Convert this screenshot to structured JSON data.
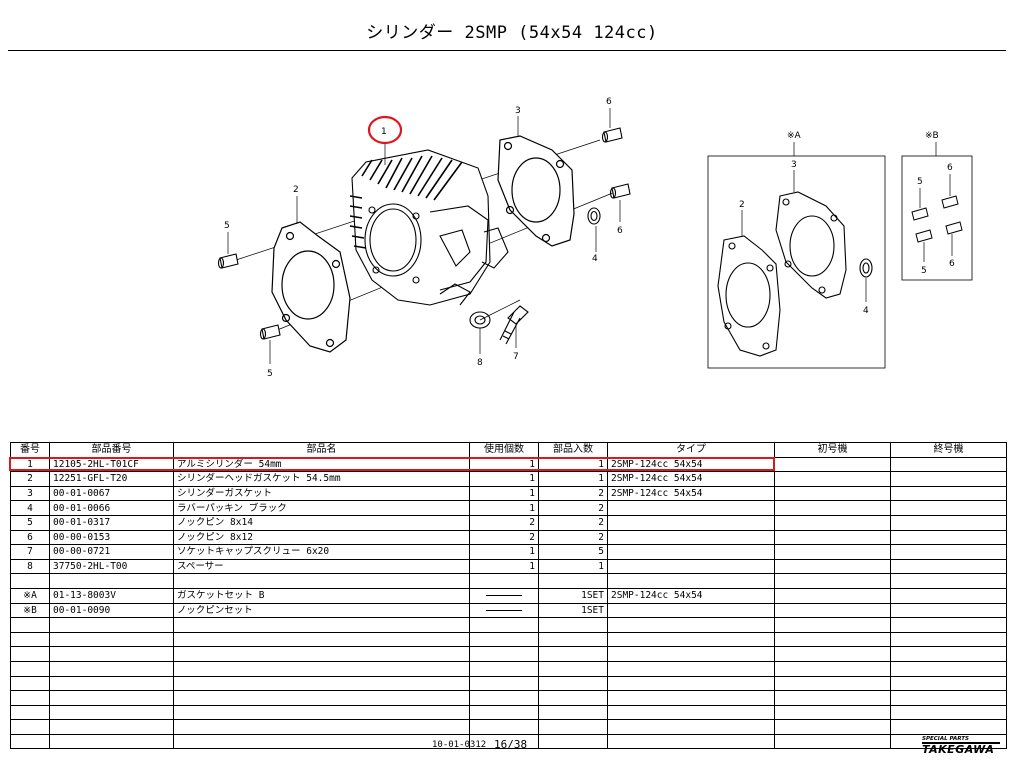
{
  "page": {
    "title": "シリンダー 2SMP (54x54 124cc)",
    "doc_code": "10-01-0312",
    "page_number": "16/38",
    "logo": {
      "tagline": "SPECIAL PARTS",
      "brand": "TAKEGAWA"
    }
  },
  "diagram": {
    "callouts": [
      "1",
      "2",
      "3",
      "4",
      "5",
      "5",
      "6",
      "6",
      "7",
      "8"
    ],
    "set_a": {
      "label": "※A",
      "callouts": [
        "2",
        "3",
        "4"
      ]
    },
    "set_b": {
      "label": "※B",
      "callouts": [
        "5",
        "5",
        "6",
        "6"
      ]
    }
  },
  "table": {
    "headers": [
      "番号",
      "部品番号",
      "部品名",
      "使用個数",
      "部品入数",
      "タイプ",
      "初号機",
      "終号機"
    ],
    "rows": [
      {
        "no": "1",
        "part_no": "12105-2HL-T01CF",
        "name": "アルミシリンダー 54mm",
        "qty_used": "1",
        "qty_pack": "1",
        "type": "2SMP-124cc 54x54",
        "first": "",
        "last": ""
      },
      {
        "no": "2",
        "part_no": "12251-GFL-T20",
        "name": "シリンダーヘッドガスケット 54.5mm",
        "qty_used": "1",
        "qty_pack": "1",
        "type": "2SMP-124cc 54x54",
        "first": "",
        "last": ""
      },
      {
        "no": "3",
        "part_no": "00-01-0067",
        "name": "シリンダーガスケット",
        "qty_used": "1",
        "qty_pack": "2",
        "type": "2SMP-124cc 54x54",
        "first": "",
        "last": ""
      },
      {
        "no": "4",
        "part_no": "00-01-0066",
        "name": "ラバーパッキン ブラック",
        "qty_used": "1",
        "qty_pack": "2",
        "type": "",
        "first": "",
        "last": ""
      },
      {
        "no": "5",
        "part_no": "00-01-0317",
        "name": "ノックピン 8x14",
        "qty_used": "2",
        "qty_pack": "2",
        "type": "",
        "first": "",
        "last": ""
      },
      {
        "no": "6",
        "part_no": "00-00-0153",
        "name": "ノックピン 8x12",
        "qty_used": "2",
        "qty_pack": "2",
        "type": "",
        "first": "",
        "last": ""
      },
      {
        "no": "7",
        "part_no": "00-00-0721",
        "name": "ソケットキャップスクリュー 6x20",
        "qty_used": "1",
        "qty_pack": "5",
        "type": "",
        "first": "",
        "last": ""
      },
      {
        "no": "8",
        "part_no": "37750-2HL-T00",
        "name": "スペーサー",
        "qty_used": "1",
        "qty_pack": "1",
        "type": "",
        "first": "",
        "last": ""
      },
      {
        "no": "",
        "part_no": "",
        "name": "",
        "qty_used": "",
        "qty_pack": "",
        "type": "",
        "first": "",
        "last": ""
      },
      {
        "no": "※A",
        "part_no": "01-13-8003V",
        "name": "ガスケットセット B",
        "qty_used": "—",
        "qty_pack": "1SET",
        "type": "2SMP-124cc 54x54",
        "first": "",
        "last": ""
      },
      {
        "no": "※B",
        "part_no": "00-01-0090",
        "name": "ノックピンセット",
        "qty_used": "—",
        "qty_pack": "1SET",
        "type": "",
        "first": "",
        "last": ""
      },
      {
        "no": "",
        "part_no": "",
        "name": "",
        "qty_used": "",
        "qty_pack": "",
        "type": "",
        "first": "",
        "last": ""
      },
      {
        "no": "",
        "part_no": "",
        "name": "",
        "qty_used": "",
        "qty_pack": "",
        "type": "",
        "first": "",
        "last": ""
      },
      {
        "no": "",
        "part_no": "",
        "name": "",
        "qty_used": "",
        "qty_pack": "",
        "type": "",
        "first": "",
        "last": ""
      },
      {
        "no": "",
        "part_no": "",
        "name": "",
        "qty_used": "",
        "qty_pack": "",
        "type": "",
        "first": "",
        "last": ""
      },
      {
        "no": "",
        "part_no": "",
        "name": "",
        "qty_used": "",
        "qty_pack": "",
        "type": "",
        "first": "",
        "last": ""
      },
      {
        "no": "",
        "part_no": "",
        "name": "",
        "qty_used": "",
        "qty_pack": "",
        "type": "",
        "first": "",
        "last": ""
      },
      {
        "no": "",
        "part_no": "",
        "name": "",
        "qty_used": "",
        "qty_pack": "",
        "type": "",
        "first": "",
        "last": ""
      },
      {
        "no": "",
        "part_no": "",
        "name": "",
        "qty_used": "",
        "qty_pack": "",
        "type": "",
        "first": "",
        "last": ""
      },
      {
        "no": "",
        "part_no": "",
        "name": "",
        "qty_used": "",
        "qty_pack": "",
        "type": "",
        "first": "",
        "last": ""
      }
    ]
  },
  "colors": {
    "highlight": "#e0161e",
    "line": "#000000",
    "background": "#ffffff"
  }
}
